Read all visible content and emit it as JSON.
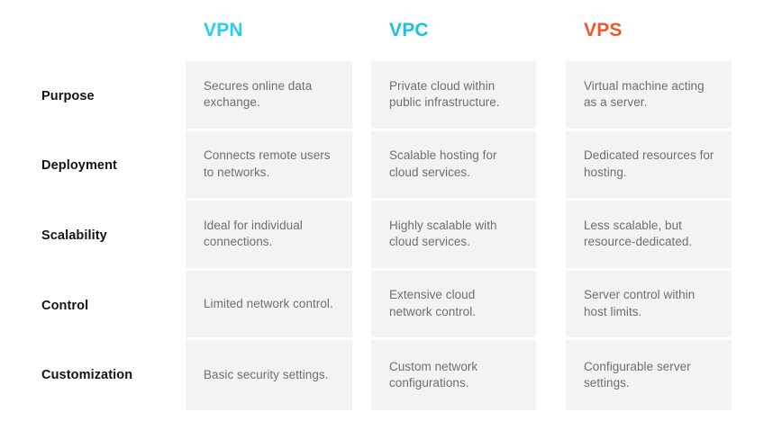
{
  "table": {
    "columns": [
      {
        "key": "vpn",
        "label": "VPN",
        "color": "#29CDEE"
      },
      {
        "key": "vpc",
        "label": "VPC",
        "color": "#15C5DA"
      },
      {
        "key": "vps",
        "label": "VPS",
        "color": "#F2552C"
      }
    ],
    "row_labels": [
      "Purpose",
      "Deployment",
      "Scalability",
      "Control",
      "Customization"
    ],
    "rows": [
      {
        "label": "Purpose",
        "vpn": "Secures online data exchange.",
        "vpc": "Private cloud within public infrastructure.",
        "vps": "Virtual machine acting as a server."
      },
      {
        "label": "Deployment",
        "vpn": "Connects remote users to networks.",
        "vpc": "Scalable hosting for cloud services.",
        "vps": "Dedicated resources for hosting."
      },
      {
        "label": "Scalability",
        "vpn": "Ideal for individual connections.",
        "vpc": "Highly scalable with cloud services.",
        "vps": "Less scalable, but resource-dedicated."
      },
      {
        "label": "Control",
        "vpn": "Limited network control.",
        "vpc": "Extensive cloud network control.",
        "vps": "Server control within host limits."
      },
      {
        "label": "Customization",
        "vpn": "Basic security settings.",
        "vpc": "Custom network configurations.",
        "vps": "Configurable server settings."
      }
    ]
  },
  "style": {
    "page_background": "#FFFFFF",
    "cell_background": "#F3F3F3",
    "cell_text_color": "#6E6E73",
    "row_label_color": "#141414"
  }
}
